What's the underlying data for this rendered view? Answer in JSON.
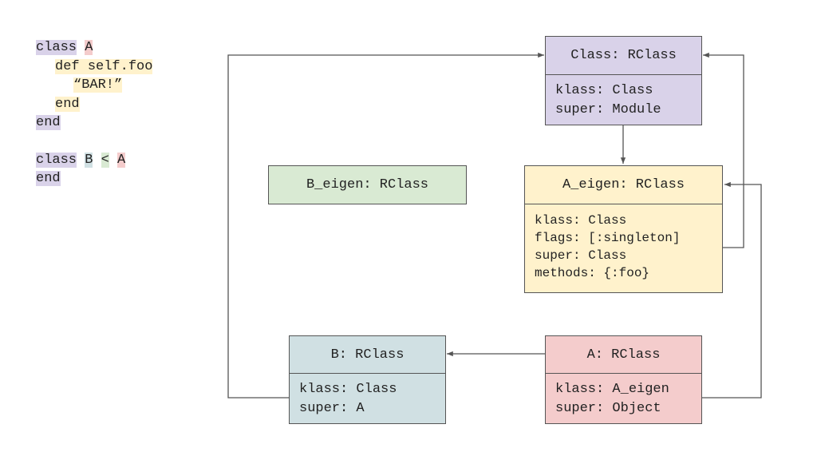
{
  "code": {
    "line1": {
      "kw": "class",
      "name": "A"
    },
    "line2": {
      "kw": "def",
      "name": "self.foo"
    },
    "line3": {
      "str": "“BAR!”"
    },
    "line4": {
      "kw": "end"
    },
    "line5": {
      "kw": "end"
    },
    "line6": {
      "kw": "class",
      "name": "B",
      "op": "<",
      "parent": "A"
    },
    "line7": {
      "kw": "end"
    }
  },
  "diagram": {
    "class_rclass": {
      "title": "Class: RClass",
      "fields": [
        "klass: Class",
        "super: Module"
      ]
    },
    "b_eigen": {
      "title": "B_eigen: RClass"
    },
    "a_eigen": {
      "title": "A_eigen: RClass",
      "fields": [
        "klass: Class",
        "flags: [:singleton]",
        "super: Class",
        "methods: {:foo}"
      ]
    },
    "b_rclass": {
      "title": "B: RClass",
      "fields": [
        "klass: Class",
        "super: A"
      ]
    },
    "a_rclass": {
      "title": "A: RClass",
      "fields": [
        "klass: A_eigen",
        "super: Object"
      ]
    }
  },
  "colors": {
    "purple": "#d9d2e9",
    "yellow": "#fff2cc",
    "red": "#f4cccc",
    "blue": "#d0e0e3",
    "green": "#d9ead3",
    "line": "#555555"
  }
}
